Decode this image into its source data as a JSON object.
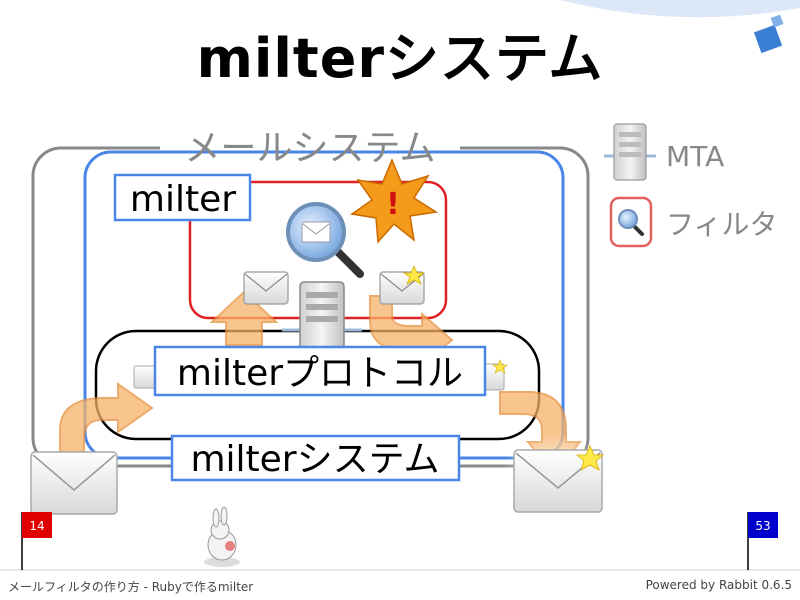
{
  "slide": {
    "title": "milterシステム",
    "page_current": "14",
    "page_total": "53",
    "footer_left": "メールフィルタの作り方 - Rubyで作るmilter",
    "footer_right": "Powered by Rabbit 0.6.5"
  },
  "diagram": {
    "mail_system_label": "メールシステム",
    "milter_label": "milter",
    "protocol_label": "milterプロトコル",
    "milter_system_label": "milterシステム"
  },
  "legend": {
    "mta_label": "MTA",
    "filter_label": "フィルタ"
  },
  "colors": {
    "blue_frame": "#4a86e8",
    "red_frame": "#e02020",
    "grey_frame": "#888888",
    "arrow_orange": "#f5a623",
    "flag_left": "#e00000",
    "flag_right": "#0000cc"
  },
  "icons": [
    "server-icon",
    "filter-icon",
    "envelope-icon",
    "explosion-icon",
    "rabbit-icon"
  ]
}
